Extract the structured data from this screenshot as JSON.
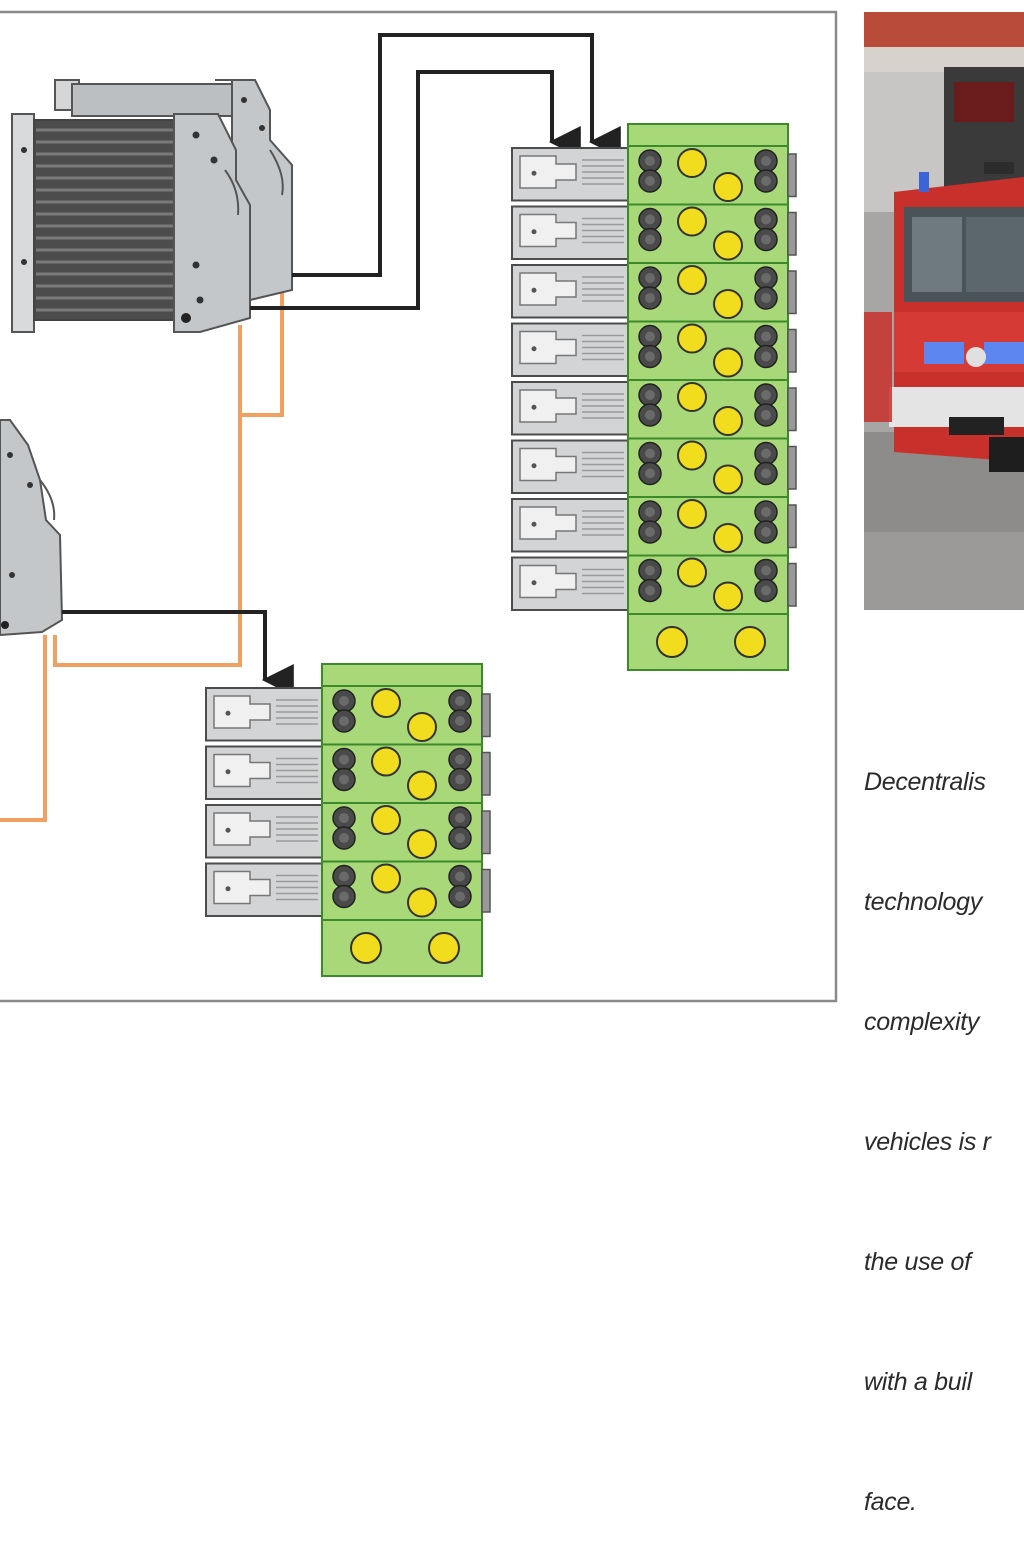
{
  "caption": {
    "lines": [
      "Decentralis",
      "technology",
      "complexity",
      "vehicles is r",
      "the use of",
      "with a buil",
      "face."
    ]
  },
  "photo": {
    "subject": "fire-truck"
  },
  "diagram": {
    "components": [
      "module-stack-upper",
      "module-single-lower",
      "terminal-block-large",
      "terminal-block-small"
    ],
    "terminal_block_large_modules": 8,
    "terminal_block_small_modules": 4
  },
  "colors": {
    "frame": "#8a8a8a",
    "module_green": "#a8d878",
    "module_green_border": "#3c8a2a",
    "led_yellow": "#f2dc1e",
    "contact_dark": "#4a4a4a",
    "wire_black": "#222222",
    "wire_orange": "#f0a060",
    "device_gray": "#b4b8bc",
    "device_dark": "#4c4c4c",
    "truck_red": "#c8302c"
  }
}
